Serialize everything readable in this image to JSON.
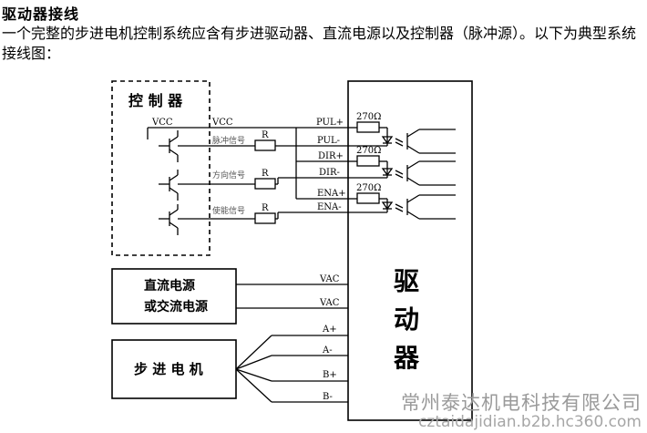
{
  "heading": "驱动器接线",
  "intro": "一个完整的步进电机控制系统应含有步进驱动器、直流电源以及控制器（脉冲源）。以下为典型系统接线图：",
  "controller": {
    "title": "控 制 器",
    "vcc_left": "VCC",
    "vcc_right": "VCC",
    "signal_pulse": "脉冲信号",
    "signal_direction": "方向信号",
    "signal_enable": "使能信号",
    "resistor": "R"
  },
  "power": {
    "line1": "直流电源",
    "line2": "或交流电源",
    "vac1": "VAC",
    "vac2": "VAC"
  },
  "motor": {
    "label": "步 进 电 机",
    "a_plus": "A+",
    "a_minus": "A-",
    "b_plus": "B+",
    "b_minus": "B-"
  },
  "driver": {
    "char1": "驱",
    "char2": "动",
    "char3": "器",
    "pul_plus": "PUL+",
    "pul_minus": "PUL-",
    "dir_plus": "DIR+",
    "dir_minus": "DIR-",
    "ena_plus": "ENA+",
    "ena_minus": "ENA-",
    "resistor_value": "270Ω"
  },
  "watermark": {
    "company": "常州泰达机电科技有限公司",
    "url": "cztaidajidian.b2b.hc360.com"
  }
}
